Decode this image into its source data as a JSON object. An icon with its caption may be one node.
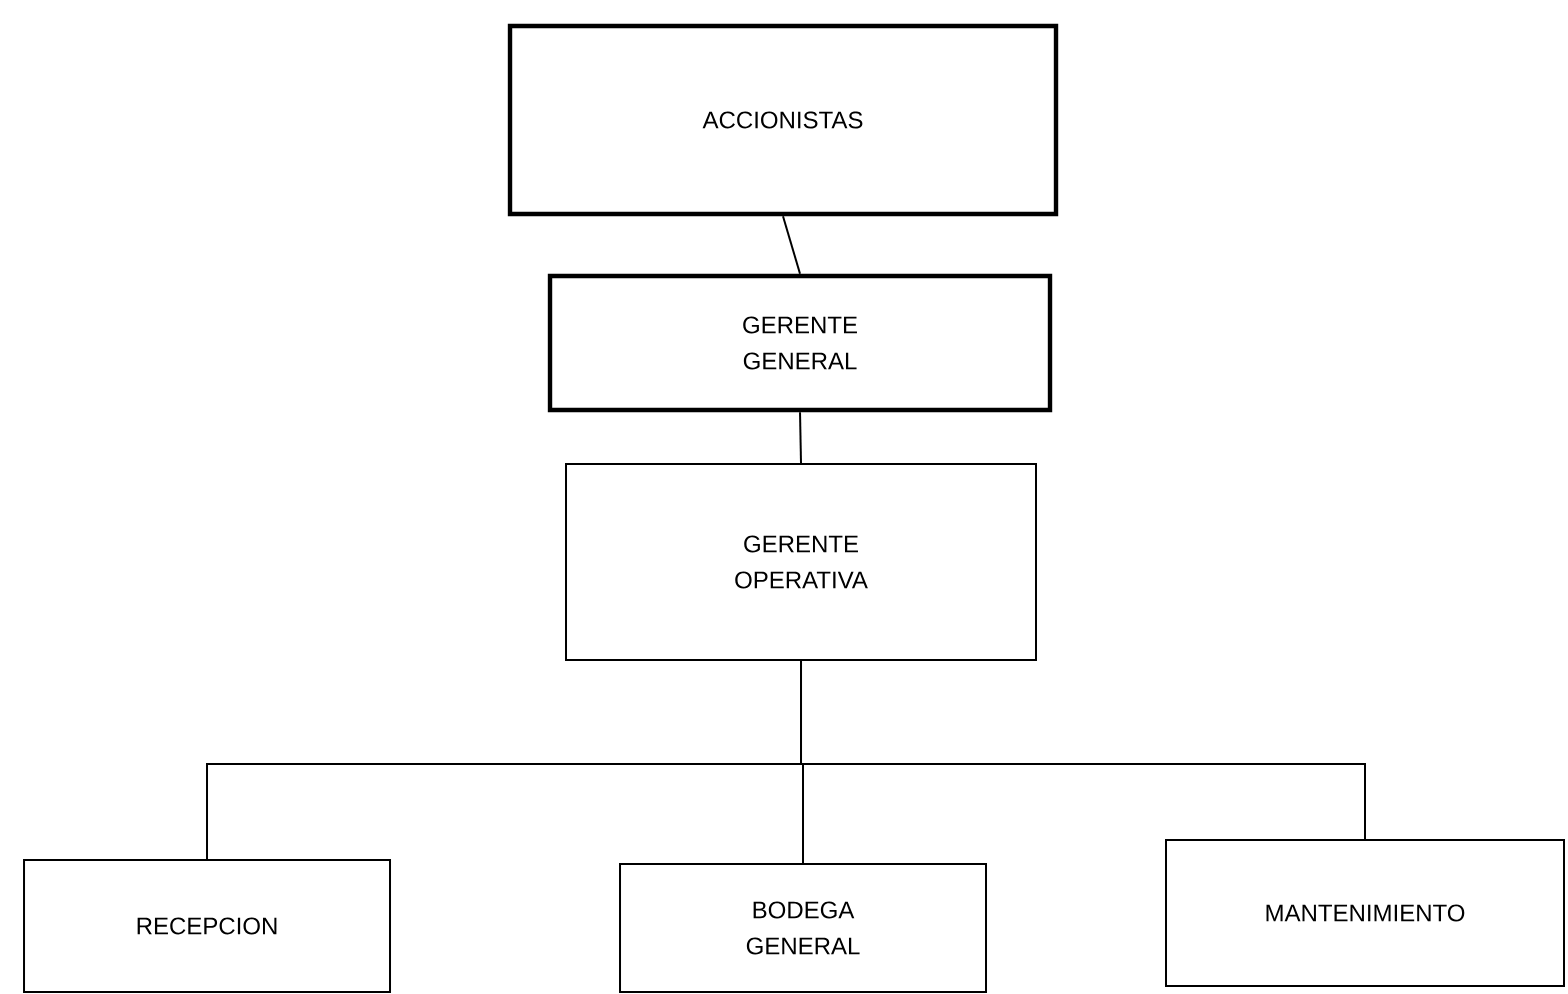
{
  "diagram": {
    "nodes": [
      {
        "text": [
          "ACCIONISTAS"
        ]
      },
      {
        "text": [
          "GERENTE GENERAL"
        ]
      },
      {
        "text": [
          "GERENTE OPERATIVA"
        ]
      },
      {
        "text": [
          "RECEPCION"
        ]
      },
      {
        "text": [
          "BODEGA GENERAL"
        ]
      },
      {
        "text": [
          "MANTENIMIENTO"
        ]
      }
    ],
    "edges": [
      {
        "from": 0,
        "to": 1,
        "arrow": "none"
      },
      {
        "from": 1,
        "to": 2,
        "arrow": "none"
      },
      {
        "from": 2,
        "to": 3,
        "arrow": "none"
      },
      {
        "from": 2,
        "to": 4,
        "arrow": "none"
      },
      {
        "from": 2,
        "to": 5,
        "arrow": "none"
      }
    ]
  }
}
